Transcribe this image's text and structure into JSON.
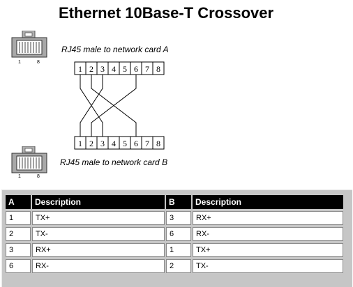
{
  "title": "Ethernet 10Base-T Crossover",
  "connector_a": {
    "caption": "RJ45 male to network card A",
    "pin_first": "1",
    "pin_last": "8",
    "pins": [
      "1",
      "2",
      "3",
      "4",
      "5",
      "6",
      "7",
      "8"
    ]
  },
  "connector_b": {
    "caption": "RJ45 male to network card B",
    "pin_first": "1",
    "pin_last": "8",
    "pins": [
      "1",
      "2",
      "3",
      "4",
      "5",
      "6",
      "7",
      "8"
    ]
  },
  "wiring": [
    {
      "from": 1,
      "to": 3
    },
    {
      "from": 2,
      "to": 6
    },
    {
      "from": 3,
      "to": 1
    },
    {
      "from": 6,
      "to": 2
    }
  ],
  "table": {
    "headers": [
      "A",
      "Description",
      "B",
      "Description"
    ],
    "rows": [
      [
        "1",
        "TX+",
        "3",
        "RX+"
      ],
      [
        "2",
        "TX-",
        "6",
        "RX-"
      ],
      [
        "3",
        "RX+",
        "1",
        "TX+"
      ],
      [
        "6",
        "RX-",
        "2",
        "TX-"
      ]
    ]
  },
  "colors": {
    "background": "#ffffff",
    "header_bg": "#000000",
    "header_text": "#ffffff",
    "table_frame": "#c6c6c6"
  }
}
